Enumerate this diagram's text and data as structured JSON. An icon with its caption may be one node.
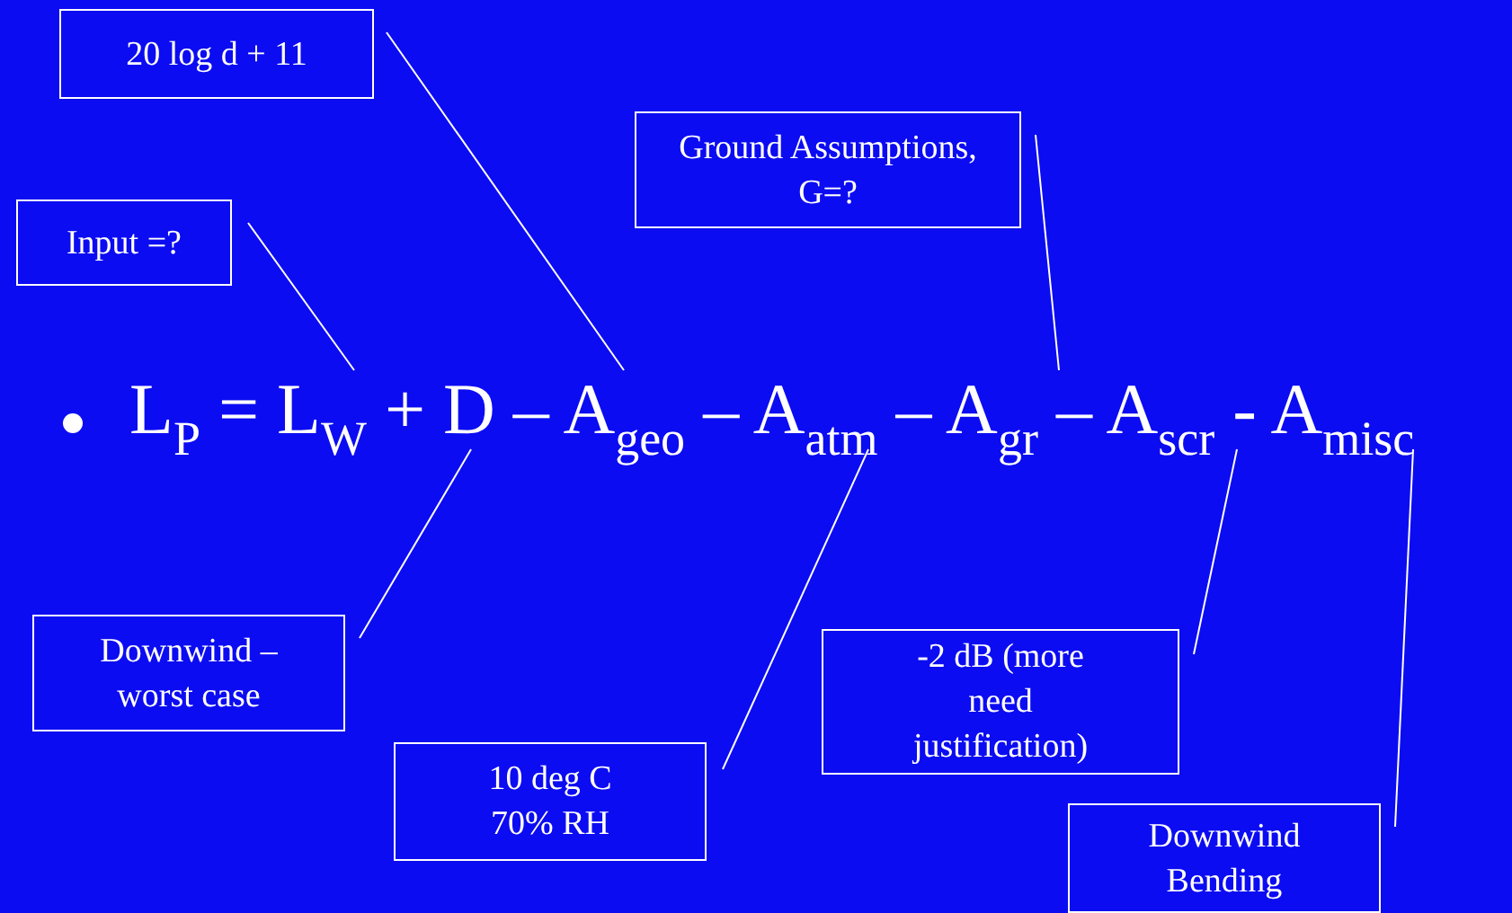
{
  "diagram": {
    "nodes": [
      {
        "text": [
          "20 log d + 11"
        ]
      },
      {
        "text": [
          "Ground Assumptions, G=?"
        ]
      },
      {
        "text": [
          "Input =?"
        ]
      },
      {
        "text": [
          "L$_{P}$ = L$_{W}$ + D – A$_{geo}$ – A$_{atm}$ – A$_{gr}$ – A$_{scr}$ - A$_{misc}$"
        ]
      },
      {
        "text": [
          "Downwind – worst case"
        ]
      },
      {
        "text": [
          "-2 dB (more need justification)"
        ]
      },
      {
        "text": [
          "10 deg C 70% RH"
        ]
      },
      {
        "text": [
          "Downwind Bending"
        ]
      }
    ],
    "edges": [
      {
        "from": 0,
        "to": 3,
        "arrow": "none"
      },
      {
        "from": 1,
        "to": 3,
        "arrow": "none"
      },
      {
        "from": 2,
        "to": 3,
        "arrow": "none"
      },
      {
        "from": 4,
        "to": 3,
        "arrow": "none"
      },
      {
        "from": 5,
        "to": 3,
        "arrow": "none"
      },
      {
        "from": 6,
        "to": 3,
        "arrow": "none"
      },
      {
        "from": 7,
        "to": 3,
        "arrow": "none"
      }
    ]
  }
}
